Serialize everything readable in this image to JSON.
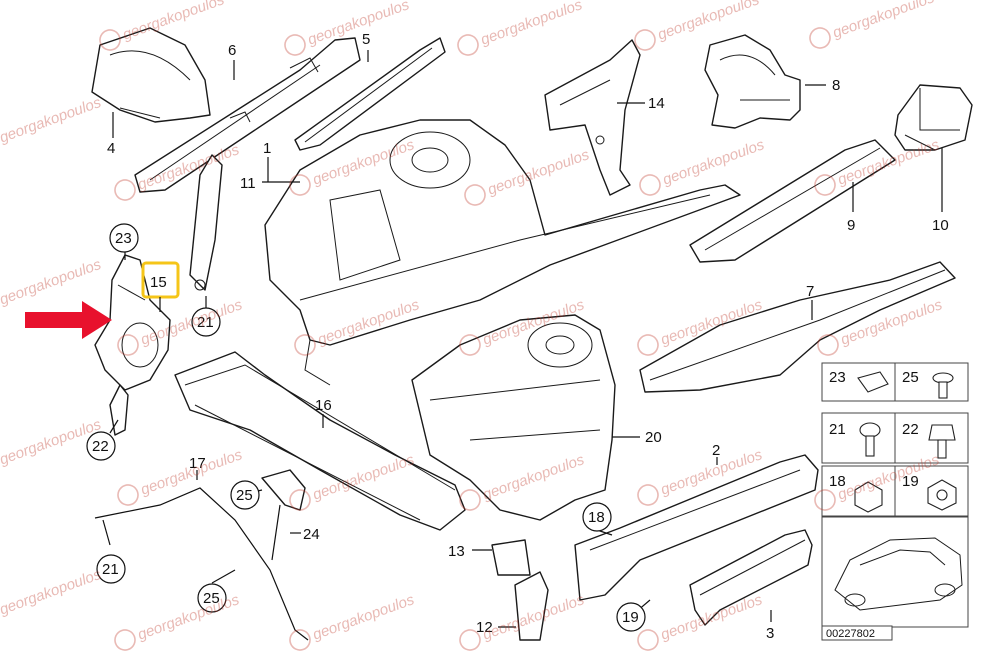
{
  "diagram": {
    "labels": {
      "p1": "1",
      "p2": "2",
      "p3": "3",
      "p4": "4",
      "p5": "5",
      "p6": "6",
      "p7": "7",
      "p8": "8",
      "p9": "9",
      "p10": "10",
      "p11": "11",
      "p12": "12",
      "p13": "13",
      "p14": "14",
      "p15": "15",
      "p16": "16",
      "p17": "17",
      "p18": "18",
      "p19": "19",
      "p20": "20",
      "p21": "21",
      "p22": "22",
      "p23": "23",
      "p24": "24",
      "p25": "25"
    },
    "hardware": {
      "h23": "23",
      "h25": "25",
      "h21": "21",
      "h22": "22",
      "h18": "18",
      "h19": "19"
    },
    "code": "00227802",
    "watermark": "georgakopoulos",
    "highlight": "15",
    "colors": {
      "arrow": "#e8112d",
      "highlight_box": "#f5c518",
      "watermark": "#c0392b"
    }
  }
}
